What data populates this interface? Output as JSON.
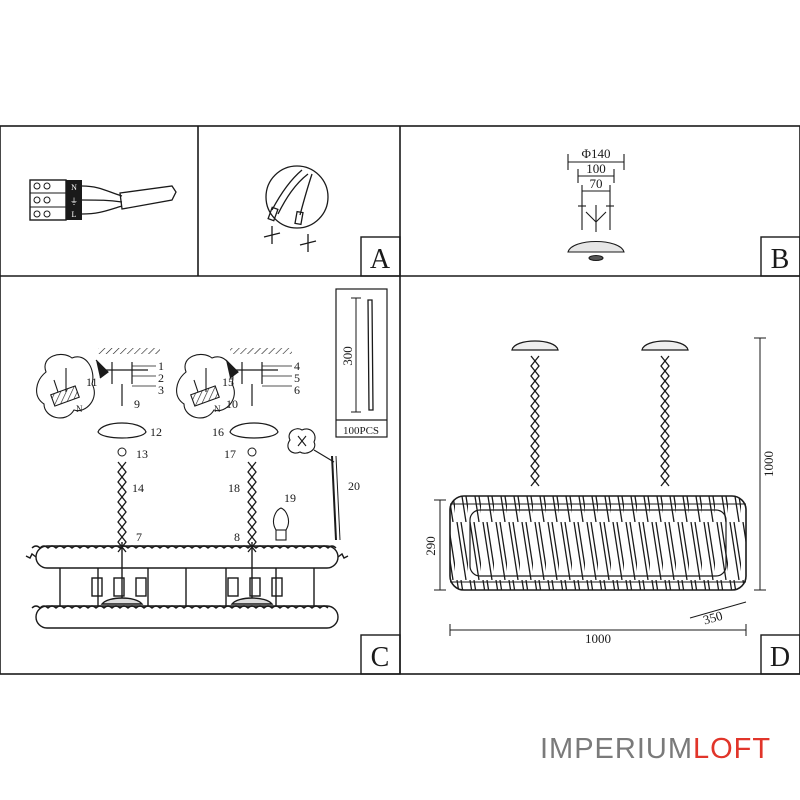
{
  "panels": {
    "a": {
      "letter": "A",
      "terminal_marks": [
        "N",
        "⏚",
        "L"
      ]
    },
    "b": {
      "letter": "B",
      "dims": {
        "outer": "Φ140",
        "middle": "100",
        "inner": "70"
      }
    },
    "c": {
      "letter": "C",
      "part_numbers": [
        "1",
        "2",
        "3",
        "4",
        "5",
        "6",
        "7",
        "8",
        "9",
        "10",
        "11",
        "12",
        "13",
        "14",
        "15",
        "16",
        "17",
        "18",
        "19",
        "20"
      ],
      "rod_length": "300",
      "rod_quantity": "100PCS",
      "screw_label": "N"
    },
    "d": {
      "letter": "D",
      "dims": {
        "total_height": "1000",
        "body_height": "290",
        "length": "1000",
        "width": "350"
      }
    }
  },
  "brand": {
    "part1": "IMPERIUM",
    "part2": "LOFT"
  },
  "colors": {
    "line": "#1a1a1a",
    "brand_gray": "#7a7a7a",
    "brand_red": "#e1352a"
  }
}
